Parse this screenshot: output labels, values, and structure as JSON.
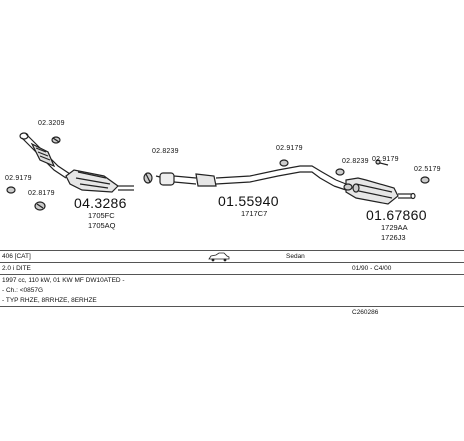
{
  "diagram": {
    "labels": {
      "clamp_top_cat": "02.3209",
      "clamp_left_1": "02.9179",
      "clamp_left_2": "02.8179",
      "cat_part": "04.3286",
      "cat_ref1": "1705FC",
      "cat_ref2": "1705AQ",
      "clamp_mid": "02.8239",
      "mid_part": "01.55940",
      "mid_ref": "1717C7",
      "clamp_rear_top": "02.9179",
      "clamp_rear_1": "02.8239",
      "clamp_rear_2": "02.9179",
      "clamp_rear_3": "02.5179",
      "rear_part": "01.67860",
      "rear_ref1": "1729AA",
      "rear_ref2": "1726J3"
    }
  },
  "info": {
    "row1": {
      "model": "406  [CAT]",
      "body": "Sedan"
    },
    "row2": {
      "engine": "2.0 i DITE",
      "dates": "01/90 - C4/00"
    },
    "row3": {
      "spec": "1997 cc, 110 kW, 01 KW MF DW10ATED -"
    },
    "row4": {
      "chassis": "- Ch.: <0857G"
    },
    "row5": {
      "codes": "- TYP RHZE, 8RRHZE, 8ERHZE"
    },
    "row6": {
      "catalog": "C260286"
    }
  }
}
